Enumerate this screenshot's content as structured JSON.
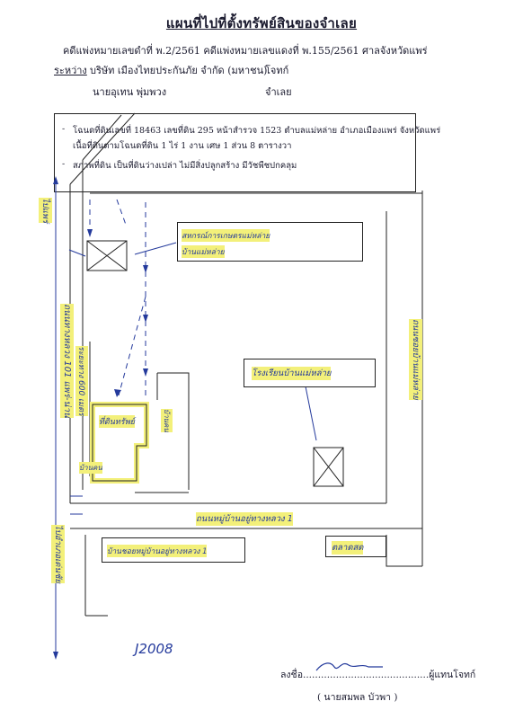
{
  "header": {
    "title": "แผนที่ไปที่ตั้งทรัพย์สินของจำเลย",
    "case_line": "คดีแพ่งหมายเลขดำที่ พ.2/2561 คดีแพ่งหมายเลขแดงที่ พ.155/2561 ศาลจังหวัดแพร่",
    "between_label": "ระหว่าง",
    "plaintiff_name": "บริษัท เมืองไทยประกันภัย จำกัด (มหาชน)",
    "plaintiff_role": "โจทก์",
    "defendant_name": "นายอุเทน พุ่มพวง",
    "defendant_role": "จำเลย"
  },
  "property_info": {
    "deed_line": "โฉนดที่ดินเลขที่ 18463 เลขที่ดิน 295 หน้าสำรวจ 1523 ตำบลแม่หล่าย อำเภอเมืองแพร่ จังหวัดแพร่",
    "area_line": "เนื้อที่ดินตามโฉนดที่ดิน  1 ไร่  1 งาน  เศษ 1 ส่วน 8 ตารางวา",
    "condition_line": "สภาพที่ดิน เป็นที่ดินว่างเปล่า ไม่มีสิ่งปลูกสร้าง มีวัชพืชปกคลุม"
  },
  "map_labels": {
    "top_box": "สหกรณ์การเกษตรแม่หล่าย",
    "top_box_line2": "บ้านแม่หล่าย",
    "school_box": "โรงเรียนบ้านแม่หล่าย",
    "property_box": "ที่ดินทรัพย์",
    "house_left": "บ้านคน",
    "house_mid": "บ้านคน",
    "left_road_north": "ไปแพร่",
    "left_road_vertical": "ถนนทางหลวง 101 แพร่-น่าน",
    "left_road_distance": "ระยะทาง 600 เมตร",
    "right_road_vertical": "ถนนซอยบ้านแม่หล่าย",
    "bottom_road": "ถนนหมู่บ้านอยู่ทางหลวง 1",
    "bottom_box": "บ้านชอยหมู่บ้านอยู่ทางหลวง 1",
    "bottom_right_box": "ตลาดสด",
    "left_road_south": "ไปอำเภอเด่นชัย",
    "handwritten_code": "J2008"
  },
  "signature": {
    "sign_label": "ลงชื่อ",
    "dots": "..........................................",
    "role_label": "ผู้แทนโจทก์",
    "name": "( นายสมพล  บัวพา )"
  },
  "colors": {
    "ink": "#1a1a2e",
    "pen": "#243a9c",
    "highlight": "#f3f07a"
  }
}
